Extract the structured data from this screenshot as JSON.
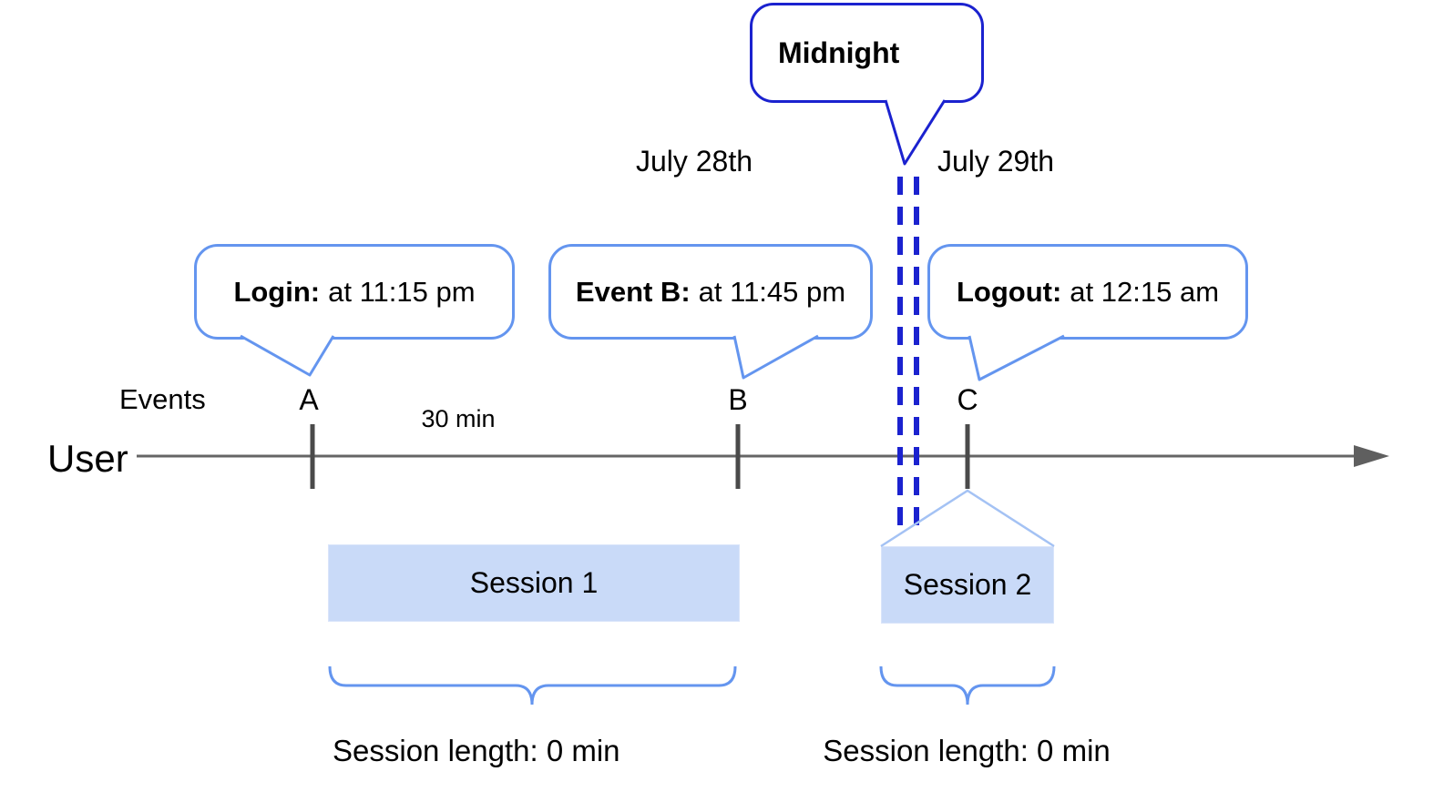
{
  "annotation": {
    "midnight_label": "Midnight"
  },
  "dates": {
    "before_midnight": "July 28th",
    "after_midnight": "July 29th"
  },
  "bubbles": {
    "login": {
      "bold": "Login:",
      "rest": "at 11:15 pm"
    },
    "event_b": {
      "bold": "Event B:",
      "rest": "at 11:45 pm"
    },
    "logout": {
      "bold": "Logout:",
      "rest": "at 12:15 am"
    }
  },
  "timeline": {
    "events_label": "Events",
    "user_label": "User",
    "interval_label": "30 min",
    "markers": {
      "a": "A",
      "b": "B",
      "c": "C"
    }
  },
  "sessions": {
    "s1": {
      "label": "Session 1",
      "length_label": "Session length: 0 min"
    },
    "s2": {
      "label": "Session 2",
      "length_label": "Session length: 0 min"
    }
  },
  "colors": {
    "dark_blue": "#1b22cf",
    "light_blue": "#6495ef",
    "pale_blue": "#a4c2f4",
    "session_fill": "#c9daf8",
    "axis_gray": "#656565",
    "tick_gray": "#4a4a4a"
  }
}
